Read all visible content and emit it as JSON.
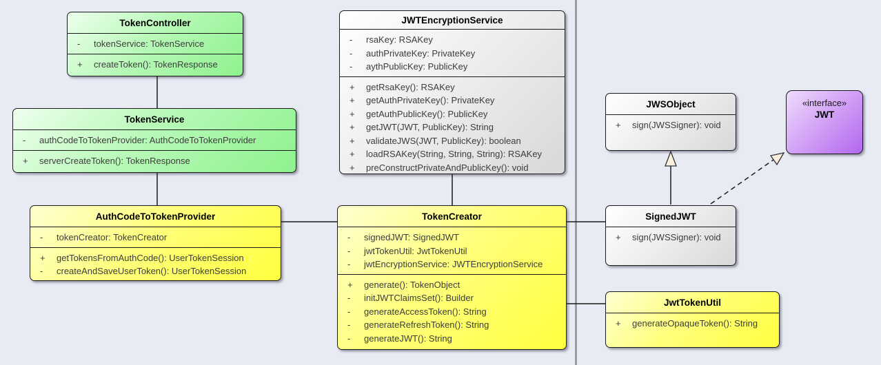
{
  "diagram": {
    "kind": "uml-class-diagram",
    "background_color": "#e9ebf4",
    "divider_color": "#9b9ba3",
    "relation_arrow_fill": "#f8efdd"
  },
  "classes": [
    {
      "name": "TokenController",
      "fill": "green",
      "attributes": [
        {
          "vis": "-",
          "text": "tokenService: TokenService"
        }
      ],
      "methods": [
        {
          "vis": "+",
          "text": "createToken(): TokenResponse"
        }
      ]
    },
    {
      "name": "TokenService",
      "fill": "green",
      "attributes": [
        {
          "vis": "-",
          "text": "authCodeToTokenProvider: AuthCodeToTokenProvider"
        }
      ],
      "methods": [
        {
          "vis": "+",
          "text": "serverCreateToken(): TokenResponse"
        }
      ]
    },
    {
      "name": "JWTEncryptionService",
      "fill": "gray",
      "attributes": [
        {
          "vis": "-",
          "text": "rsaKey: RSAKey"
        },
        {
          "vis": "-",
          "text": "authPrivateKey: PrivateKey"
        },
        {
          "vis": "-",
          "text": "aythPublicKey: PublicKey"
        }
      ],
      "methods": [
        {
          "vis": "+",
          "text": "getRsaKey(): RSAKey"
        },
        {
          "vis": "+",
          "text": "getAuthPrivateKey(): PrivateKey"
        },
        {
          "vis": "+",
          "text": "getAuthPublicKey(): PublicKey"
        },
        {
          "vis": "+",
          "text": "getJWT(JWT, PublicKey): String"
        },
        {
          "vis": "+",
          "text": "validateJWS(JWT, PublicKey): boolean"
        },
        {
          "vis": "+",
          "text": "loadRSAKey(String, String, String): RSAKey"
        },
        {
          "vis": "+",
          "text": "preConstructPrivateAndPublicKey(): void"
        }
      ]
    },
    {
      "name": "JWSObject",
      "fill": "gray",
      "attributes": [],
      "methods": [
        {
          "vis": "+",
          "text": "sign(JWSSigner): void"
        }
      ]
    },
    {
      "name": "JWT",
      "stereotype": "«interface»",
      "fill": "purple",
      "attributes": [],
      "methods": []
    },
    {
      "name": "AuthCodeToTokenProvider",
      "fill": "yellow",
      "attributes": [
        {
          "vis": "-",
          "text": "tokenCreator: TokenCreator"
        }
      ],
      "methods": [
        {
          "vis": "+",
          "text": "getTokensFromAuthCode(): UserTokenSession"
        },
        {
          "vis": "-",
          "text": "createAndSaveUserToken(): UserTokenSession"
        }
      ]
    },
    {
      "name": "TokenCreator",
      "fill": "yellow",
      "attributes": [
        {
          "vis": "-",
          "text": "signedJWT: SignedJWT"
        },
        {
          "vis": "-",
          "text": "jwtTokenUtil: JwtTokenUtil"
        },
        {
          "vis": "-",
          "text": "jwtEncryptionService: JWTEncryptionService"
        }
      ],
      "methods": [
        {
          "vis": "+",
          "text": "generate(): TokenObject"
        },
        {
          "vis": "-",
          "text": "initJWTClaimsSet(): Builder"
        },
        {
          "vis": "-",
          "text": "generateAccessToken(): String"
        },
        {
          "vis": "-",
          "text": "generateRefreshToken(): String"
        },
        {
          "vis": "-",
          "text": "generateJWT(): String"
        }
      ]
    },
    {
      "name": "SignedJWT",
      "fill": "gray",
      "attributes": [],
      "methods": [
        {
          "vis": "+",
          "text": "sign(JWSSigner): void"
        }
      ]
    },
    {
      "name": "JwtTokenUtil",
      "fill": "yellow",
      "attributes": [],
      "methods": [
        {
          "vis": "+",
          "text": "generateOpaqueToken(): String"
        }
      ]
    }
  ],
  "relations": [
    {
      "from": "TokenController",
      "to": "TokenService",
      "type": "association"
    },
    {
      "from": "TokenService",
      "to": "AuthCodeToTokenProvider",
      "type": "association"
    },
    {
      "from": "AuthCodeToTokenProvider",
      "to": "TokenCreator",
      "type": "association"
    },
    {
      "from": "JWTEncryptionService",
      "to": "TokenCreator",
      "type": "association"
    },
    {
      "from": "TokenCreator",
      "to": "SignedJWT",
      "type": "association"
    },
    {
      "from": "TokenCreator",
      "to": "JwtTokenUtil",
      "type": "association"
    },
    {
      "from": "SignedJWT",
      "to": "JWSObject",
      "type": "generalization"
    },
    {
      "from": "SignedJWT",
      "to": "JWT",
      "type": "realization"
    }
  ]
}
